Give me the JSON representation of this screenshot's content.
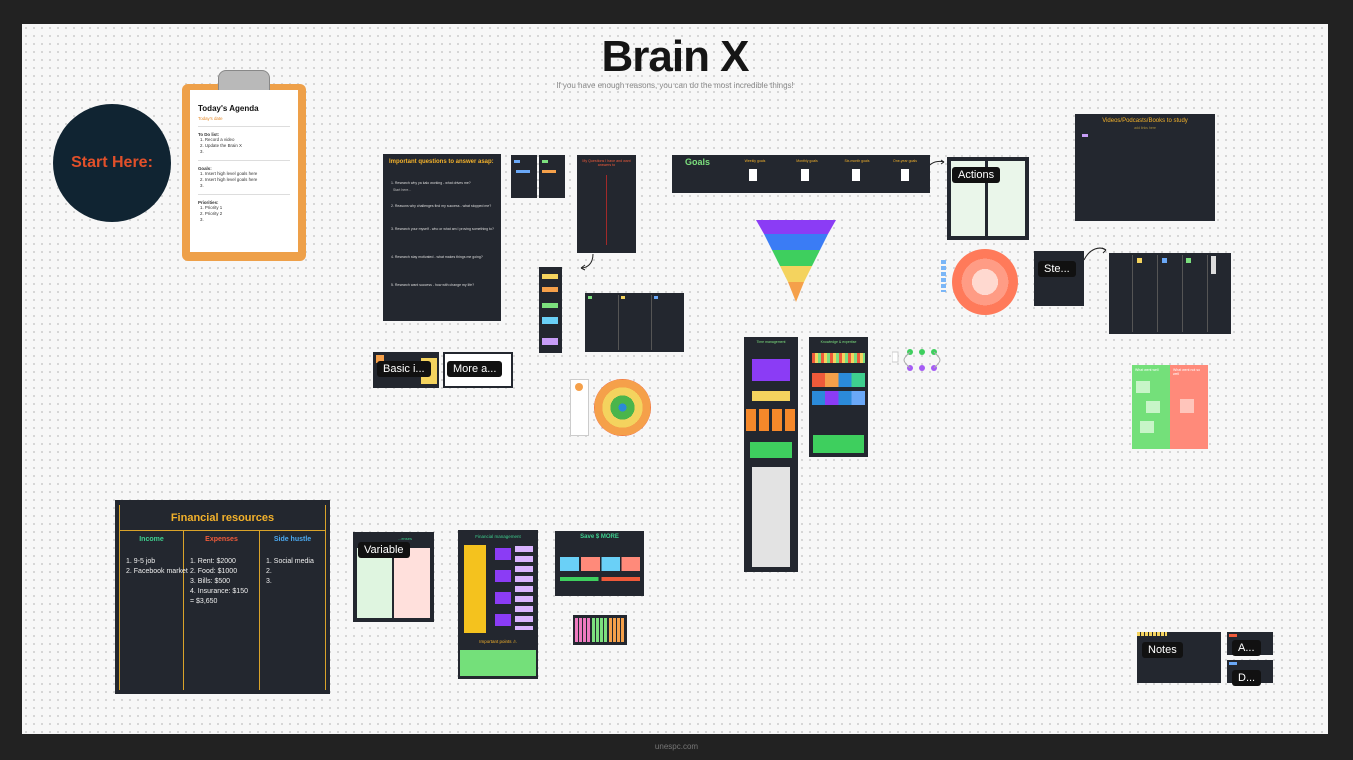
{
  "board": {
    "title": "Brain X",
    "subtitle": "If you have enough reasons, you can do the most incredible things!",
    "start_here": "Start Here:"
  },
  "agenda": {
    "title": "Today's Agenda",
    "date": "Today's date",
    "todo_heading": "To Do list:",
    "todo_items": [
      "1. Record a video",
      "2. Update the Brain X",
      "3."
    ],
    "goals_heading": "Goals:",
    "goals_items": [
      "1. Insert high level goals here",
      "2. Insert high level goals here",
      "3."
    ],
    "priorities_heading": "Priorities:",
    "priorities_items": [
      "1. Priority 1",
      "2. Priority 2",
      "3."
    ]
  },
  "questions": {
    "title": "Important questions to answer asap:",
    "items": [
      "1. Research why ya kalo working - what drives me?",
      "2. Reasons why challenges find my success - what stopped me?",
      "3. Research your myself - who or what am I proving something to?",
      "4. Research stay motivated - what makes things me going?",
      "5. Research want success - how with change my life?"
    ],
    "start_here": "Start here..."
  },
  "questions2": {
    "title": "My Questions I have and want answers to"
  },
  "goals_board": {
    "title": "Goals",
    "columns": [
      "Weekly goals",
      "Monthly goals",
      "Six-month goals",
      "One-year goals"
    ]
  },
  "tags": {
    "actions": "Actions",
    "steps": "Ste...",
    "basic": "Basic i...",
    "more": "More a...",
    "variable": "Variable",
    "notes": "Notes",
    "a": "A...",
    "d": "D..."
  },
  "videos": {
    "title": "Videos/Podcasts/Books to study",
    "sub": "add links here"
  },
  "time_management": {
    "title": "Time management"
  },
  "knowledge": {
    "title": "Knowledge & expertise"
  },
  "green_red": {
    "left_title": "What went well",
    "right_title": "What went not so well"
  },
  "financial": {
    "title": "Financial resources",
    "income_heading": "Income",
    "income_items": [
      "1. 9-5 job",
      "2. Facebook market"
    ],
    "expenses_heading": "Expenses",
    "expenses_items": [
      "1. Rent: $2000",
      "2. Food: $1000",
      "3. Bills: $500",
      "4. Insurance: $150",
      "= $3,650"
    ],
    "side_heading": "Side hustle",
    "side_items": [
      "1. Social media",
      "2.",
      "3."
    ],
    "colors": {
      "income": "#3ecf8e",
      "expenses": "#ef5a3a",
      "side": "#4aa8ef",
      "title": "#f2b12b"
    }
  },
  "income_expenses": {
    "title_partial": "...enses"
  },
  "fin_mgmt": {
    "title": "Financial management",
    "important": "Important points ⚠"
  },
  "save_more": {
    "title": "Save $ MORE"
  },
  "footer": "unespc.com"
}
